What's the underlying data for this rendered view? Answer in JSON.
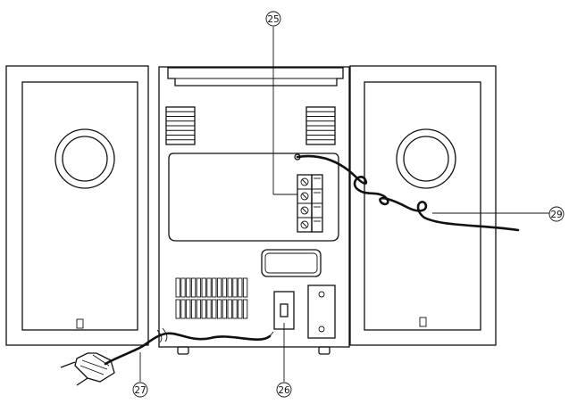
{
  "callouts": {
    "c25": "25",
    "c26": "26",
    "c27": "27",
    "c29": "29"
  }
}
